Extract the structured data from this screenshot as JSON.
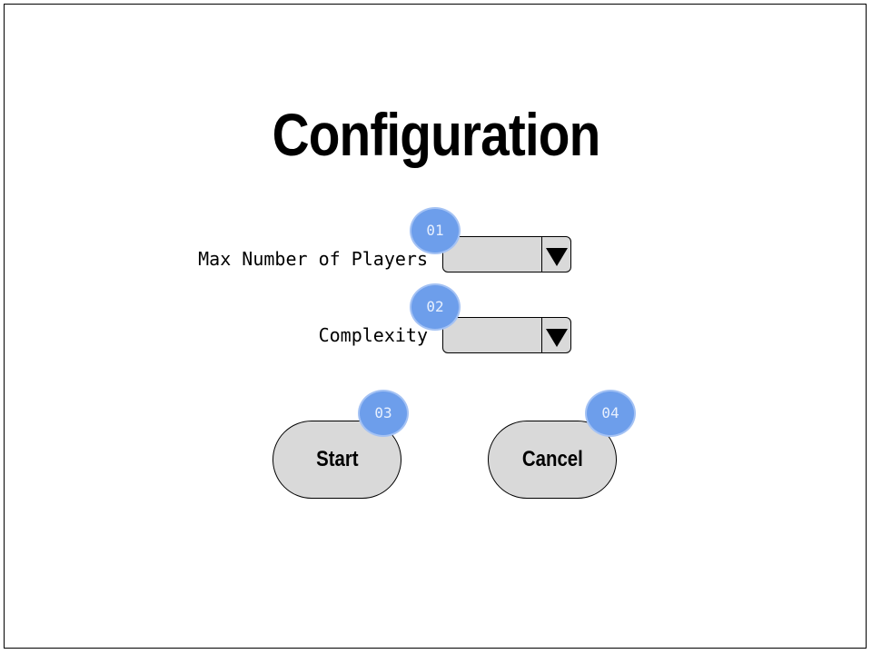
{
  "page": {
    "title": "Configuration"
  },
  "fields": [
    {
      "label": "Max Number of Players",
      "value": "",
      "arrow_icon": "triangle-down-icon"
    },
    {
      "label": "Complexity",
      "value": "",
      "arrow_icon": "triangle-down-icon"
    }
  ],
  "buttons": {
    "start_label": "Start",
    "cancel_label": "Cancel"
  },
  "badges": [
    "01",
    "02",
    "03",
    "04"
  ],
  "colors": {
    "control_fill": "#d9d9d9",
    "badge_fill": "#6d9eeb",
    "badge_text": "#e8f0fe"
  }
}
